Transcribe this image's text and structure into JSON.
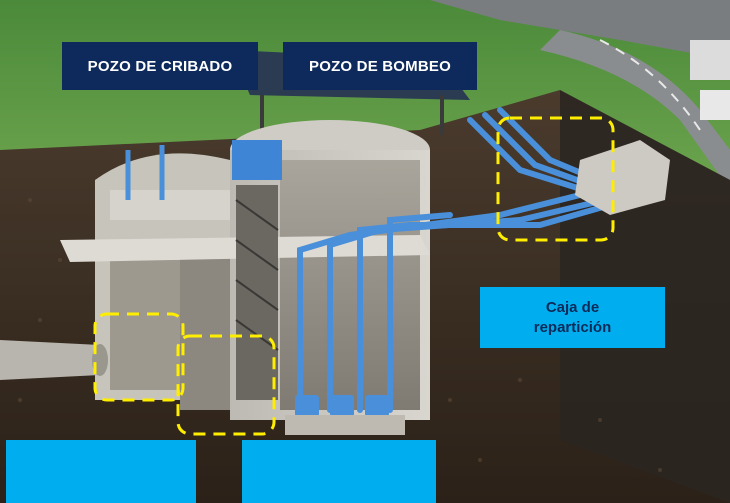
{
  "labels": {
    "cribado": "POZO DE CRIBADO",
    "bombeo": "POZO DE BOMBEO",
    "caja_line1": "Caja de",
    "caja_line2": "repartición"
  },
  "colors": {
    "label_dark_bg": "#0e2a5c",
    "label_blue_bg": "#00aeef",
    "highlight_dash": "#ffee00",
    "pipe_blue": "#3f8fd8"
  },
  "highlights": [
    "caja-de-reparticion-highlight",
    "cribado-chamber-highlight-1",
    "cribado-chamber-highlight-2"
  ]
}
